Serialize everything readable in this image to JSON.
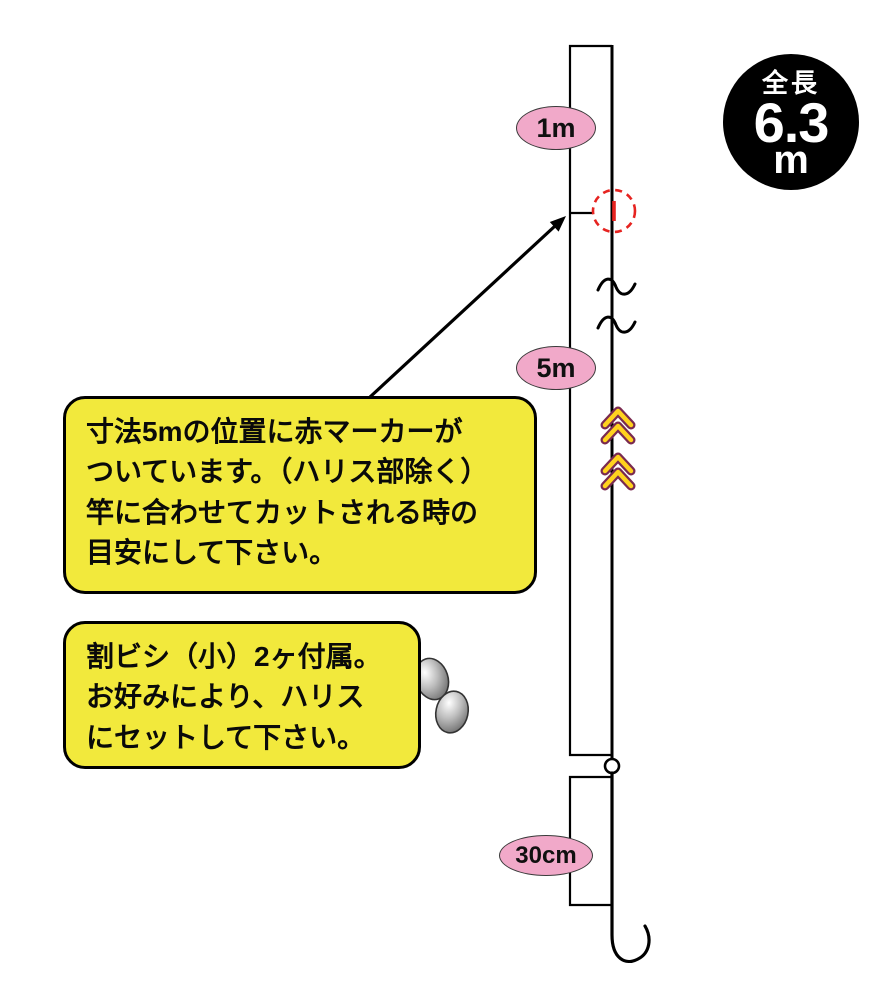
{
  "diagram": {
    "badge": {
      "label": "全長",
      "value": "6.3",
      "unit": "m"
    },
    "markers": {
      "top_length": "1m",
      "mid_length": "5m",
      "bottom_length": "30cm"
    },
    "callout_marker": {
      "lines": [
        "寸法5mの位置に赤マーカーが",
        "ついています。（ハリス部除く）",
        "竿に合わせてカットされる時の",
        "目安にして下さい。"
      ]
    },
    "callout_sinker": {
      "lines": [
        "割ビシ（小）2ヶ付属。",
        "お好みにより、ハリス",
        "にセットして下さい。"
      ]
    }
  },
  "colors": {
    "ink": "#000000",
    "yellow": "#f2e93c",
    "pink": "#f1a9c9",
    "red": "#e62320",
    "chevron_yellow": "#ffd21e",
    "chevron_outline": "#7a2a50",
    "splitshot_gray": "#8f8f8f"
  }
}
